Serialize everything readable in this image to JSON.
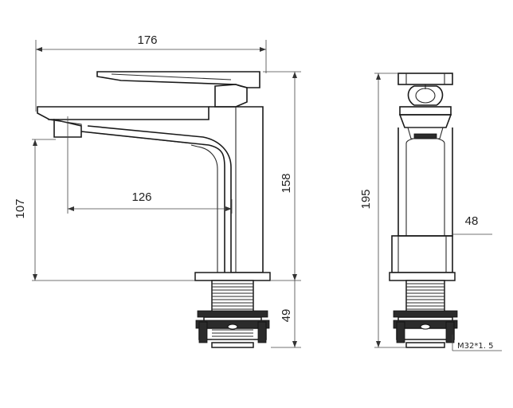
{
  "dimensions": {
    "overall_width": "176",
    "spout_reach": "126",
    "height_107": "107",
    "height_158": "158",
    "thread_length": "49",
    "total_height": "195",
    "body_width": "48",
    "thread_spec": "M32*1. 5"
  }
}
